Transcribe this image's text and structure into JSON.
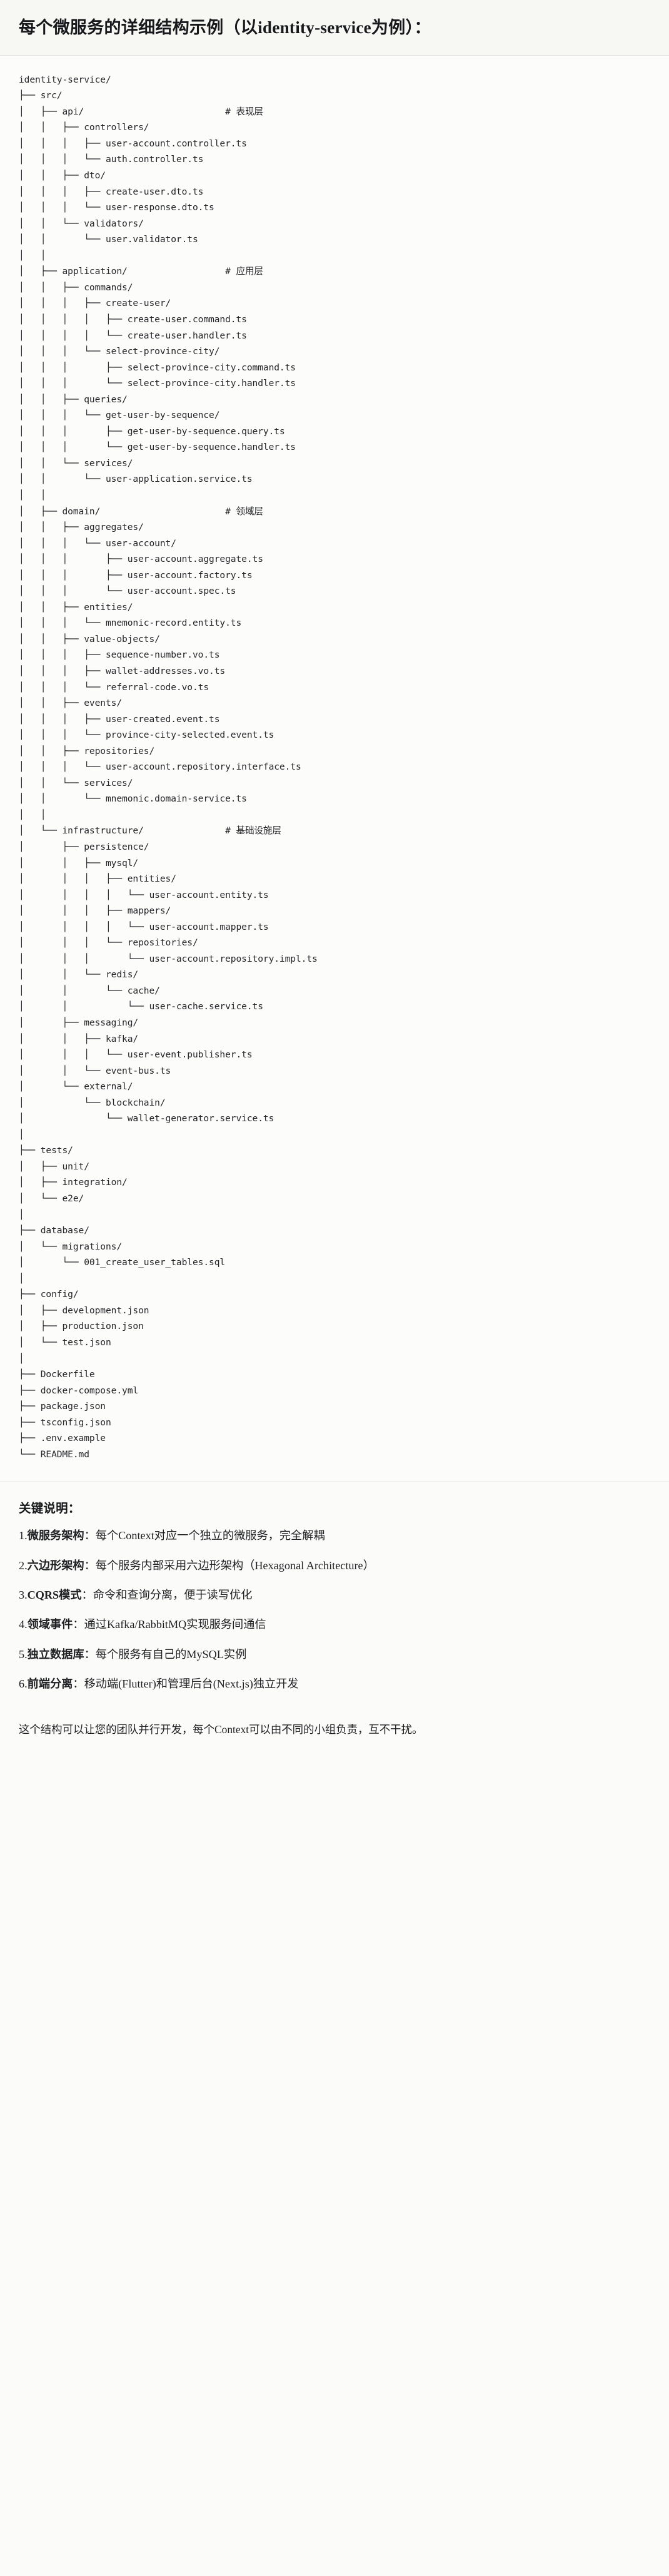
{
  "header": {
    "title": "每个微服务的详细结构示例（以identity-service为例）："
  },
  "tree": {
    "root": "identity-service/",
    "text": "identity-service/\n├── src/\n│   ├── api/                          # 表现层\n│   │   ├── controllers/\n│   │   │   ├── user-account.controller.ts\n│   │   │   └── auth.controller.ts\n│   │   ├── dto/\n│   │   │   ├── create-user.dto.ts\n│   │   │   └── user-response.dto.ts\n│   │   └── validators/\n│   │       └── user.validator.ts\n│   │\n│   ├── application/                  # 应用层\n│   │   ├── commands/\n│   │   │   ├── create-user/\n│   │   │   │   ├── create-user.command.ts\n│   │   │   │   └── create-user.handler.ts\n│   │   │   └── select-province-city/\n│   │   │       ├── select-province-city.command.ts\n│   │   │       └── select-province-city.handler.ts\n│   │   ├── queries/\n│   │   │   └── get-user-by-sequence/\n│   │   │       ├── get-user-by-sequence.query.ts\n│   │   │       └── get-user-by-sequence.handler.ts\n│   │   └── services/\n│   │       └── user-application.service.ts\n│   │\n│   ├── domain/                       # 领域层\n│   │   ├── aggregates/\n│   │   │   └── user-account/\n│   │   │       ├── user-account.aggregate.ts\n│   │   │       ├── user-account.factory.ts\n│   │   │       └── user-account.spec.ts\n│   │   ├── entities/\n│   │   │   └── mnemonic-record.entity.ts\n│   │   ├── value-objects/\n│   │   │   ├── sequence-number.vo.ts\n│   │   │   ├── wallet-addresses.vo.ts\n│   │   │   └── referral-code.vo.ts\n│   │   ├── events/\n│   │   │   ├── user-created.event.ts\n│   │   │   └── province-city-selected.event.ts\n│   │   ├── repositories/\n│   │   │   └── user-account.repository.interface.ts\n│   │   └── services/\n│   │       └── mnemonic.domain-service.ts\n│   │\n│   └── infrastructure/               # 基础设施层\n│       ├── persistence/\n│       │   ├── mysql/\n│       │   │   ├── entities/\n│       │   │   │   └── user-account.entity.ts\n│       │   │   ├── mappers/\n│       │   │   │   └── user-account.mapper.ts\n│       │   │   └── repositories/\n│       │   │       └── user-account.repository.impl.ts\n│       │   └── redis/\n│       │       └── cache/\n│       │           └── user-cache.service.ts\n│       ├── messaging/\n│       │   ├── kafka/\n│       │   │   └── user-event.publisher.ts\n│       │   └── event-bus.ts\n│       └── external/\n│           └── blockchain/\n│               └── wallet-generator.service.ts\n│\n├── tests/\n│   ├── unit/\n│   ├── integration/\n│   └── e2e/\n│\n├── database/\n│   └── migrations/\n│       └── 001_create_user_tables.sql\n│\n├── config/\n│   ├── development.json\n│   ├── production.json\n│   └── test.json\n│\n├── Dockerfile\n├── docker-compose.yml\n├── package.json\n├── tsconfig.json\n├── .env.example\n└── README.md",
    "layer_comments": [
      "# 表现层",
      "# 应用层",
      "# 领域层",
      "# 基础设施层"
    ]
  },
  "keypoints": {
    "heading": "关键说明：",
    "items": [
      {
        "num": "1.",
        "term": "微服务架构",
        "sep": "：",
        "desc": "每个Context对应一个独立的微服务，完全解耦"
      },
      {
        "num": "2.",
        "term": "六边形架构",
        "sep": "：",
        "desc": "每个服务内部采用六边形架构（Hexagonal Architecture）"
      },
      {
        "num": "3.",
        "term": "CQRS模式",
        "sep": "：",
        "desc": "命令和查询分离，便于读写优化"
      },
      {
        "num": "4.",
        "term": "领域事件",
        "sep": "：",
        "desc": "通过Kafka/RabbitMQ实现服务间通信"
      },
      {
        "num": "5.",
        "term": "独立数据库",
        "sep": "：",
        "desc": "每个服务有自己的MySQL实例"
      },
      {
        "num": "6.",
        "term": "前端分离",
        "sep": "：",
        "desc": "移动端(Flutter)和管理后台(Next.js)独立开发"
      }
    ]
  },
  "closing": {
    "text": "这个结构可以让您的团队并行开发，每个Context可以由不同的小组负责，互不干扰。"
  },
  "colors": {
    "page_bg": "#fbfbf9",
    "header_bg": "#f7f7f4",
    "code_bg": "#fcfcfa",
    "text": "#1f2023",
    "rule": "#e3e3de"
  }
}
